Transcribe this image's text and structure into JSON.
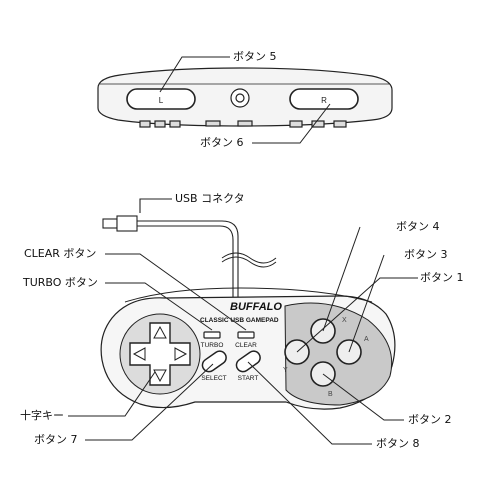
{
  "labels": {
    "button5": "ボタン 5",
    "button6": "ボタン 6",
    "usb_connector": "USB コネクタ",
    "button4": "ボタン 4",
    "clear_button": "CLEAR ボタン",
    "button3": "ボタン 3",
    "turbo_button": "TURBO ボタン",
    "button1": "ボタン 1",
    "dpad": "十字キー",
    "button2": "ボタン 2",
    "button7": "ボタン 7",
    "button8": "ボタン 8"
  },
  "top_view": {
    "l_label": "L",
    "r_label": "R"
  },
  "front_view": {
    "brand": "BUFFALO",
    "model": "CLASSIC USB GAMEPAD",
    "turbo_label": "TURBO",
    "clear_label": "CLEAR",
    "select_label": "SELECT",
    "start_label": "START",
    "x_label": "X",
    "y_label": "Y",
    "a_label": "A",
    "b_label": "B"
  },
  "colors": {
    "line": "#222222",
    "body_light": "#f2f2f2",
    "button_area": "#c8c8c8",
    "button_fill": "#ececec"
  }
}
